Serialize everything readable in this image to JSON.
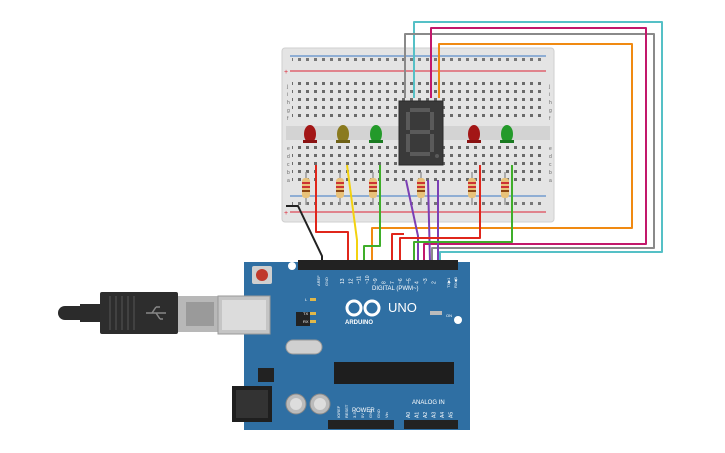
{
  "board": {
    "logo_text": "ARDUINO",
    "model": "UNO",
    "digital_header": "DIGITAL (PWM~)",
    "power_label": "POWER",
    "analog_label": "ANALOG IN",
    "aref": "AREF",
    "gnd": "GND",
    "on_label": "ON",
    "led_l": "L",
    "led_tx": "TX",
    "led_rx": "RX",
    "tx_pin": "TX▶1",
    "rx_pin": "RX◀0",
    "digital_pins": [
      "13",
      "12",
      "~11",
      "~10",
      "~9",
      "8",
      "7",
      "~6",
      "~5",
      "4",
      "~3",
      "2"
    ],
    "power_pins": [
      "IOREF",
      "RESET",
      "3.3V",
      "5V",
      "GND",
      "GND",
      "Vin"
    ],
    "analog_pins": [
      "A0",
      "A1",
      "A2",
      "A3",
      "A4",
      "A5"
    ]
  },
  "breadboard": {
    "row_letters_top": [
      "j",
      "i",
      "h",
      "g",
      "f"
    ],
    "row_letters_bottom": [
      "e",
      "d",
      "c",
      "b",
      "a"
    ],
    "plus": "+",
    "minus": "−"
  },
  "display": {
    "segments_shown": "8"
  },
  "colors": {
    "board_blue": "#2f6fa3",
    "breadboard": "#e2e2e2",
    "wire_red": "#e0261b",
    "wire_yellow": "#f3d20f",
    "wire_green": "#3fae2a",
    "wire_purple": "#7b3fb5",
    "wire_orange": "#f08a12",
    "wire_pink": "#c2186b",
    "wire_cyan": "#55c0c6",
    "wire_gray": "#8a8a8a",
    "wire_black": "#222222"
  },
  "leds": [
    "red",
    "yellow",
    "green",
    "red",
    "green"
  ]
}
